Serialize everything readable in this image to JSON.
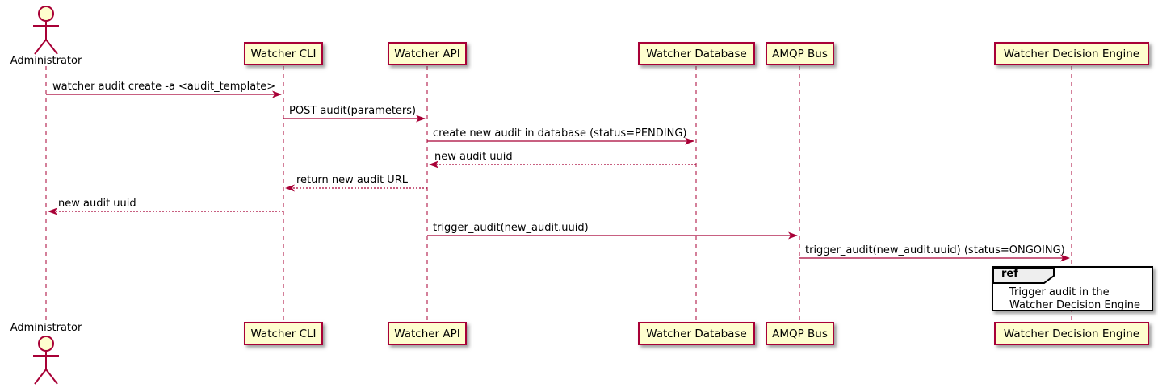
{
  "diagram": {
    "type": "sequence-diagram",
    "actor": {
      "name": "Administrator"
    },
    "participants": [
      {
        "name": "Watcher CLI"
      },
      {
        "name": "Watcher API"
      },
      {
        "name": "Watcher Database"
      },
      {
        "name": "AMQP Bus"
      },
      {
        "name": "Watcher Decision Engine"
      }
    ],
    "messages": [
      {
        "from": "Administrator",
        "to": "Watcher CLI",
        "label": "watcher audit create -a <audit_template>",
        "line_style": "solid"
      },
      {
        "from": "Watcher CLI",
        "to": "Watcher API",
        "label": "POST audit(parameters)",
        "line_style": "solid"
      },
      {
        "from": "Watcher API",
        "to": "Watcher Database",
        "label": "create new audit in database (status=PENDING)",
        "line_style": "solid"
      },
      {
        "from": "Watcher Database",
        "to": "Watcher API",
        "label": "new audit uuid",
        "line_style": "dashed"
      },
      {
        "from": "Watcher API",
        "to": "Watcher CLI",
        "label": "return new audit URL",
        "line_style": "dashed"
      },
      {
        "from": "Watcher CLI",
        "to": "Administrator",
        "label": "new audit uuid",
        "line_style": "dashed"
      },
      {
        "from": "Watcher API",
        "to": "AMQP Bus",
        "label": "trigger_audit(new_audit.uuid)",
        "line_style": "solid"
      },
      {
        "from": "AMQP Bus",
        "to": "Watcher Decision Engine",
        "label": "trigger_audit(new_audit.uuid) (status=ONGOING)",
        "line_style": "solid"
      }
    ],
    "ref_fragment": {
      "keyword": "ref",
      "over": "Watcher Decision Engine",
      "lines": [
        "Trigger audit in the",
        "Watcher Decision Engine"
      ]
    },
    "colors": {
      "accent": "#A80036",
      "participant_fill": "#FEFECE",
      "ref_tab_fill": "#EEEEEE",
      "text": "#000000",
      "background": "#FFFFFF"
    }
  }
}
